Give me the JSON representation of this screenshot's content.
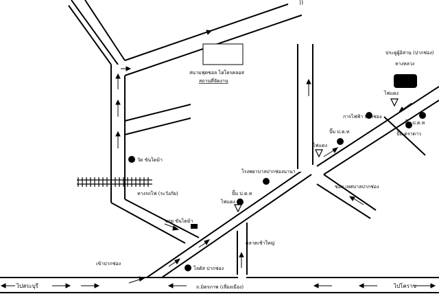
{
  "map": {
    "top_glyph": "))",
    "venue": {
      "name": "สนามฟุตซอล ไฮโดรคลอส",
      "note": "สถานที่จัดงาน"
    },
    "temple": "วัด ขันไดม้า",
    "railway": "ทางรถไฟ (ระวังภัย)",
    "soi_khandaima": "ซอย ขันไดม้า",
    "traffic_light_left": "ไฟแดง",
    "traffic_light_mid": "ไฟแดง",
    "traffic_light_right": "ไฟแดง",
    "pump_ptt_mid": "ปั๊ม ป.ต.ท",
    "school": "โรงพยาบาลปากช่องนานา",
    "pump_ptt_left": "ปั๊ม ป.ต.ท",
    "electricity_office": "การไฟฟ้า ปากช่อง",
    "pump_ptt_right": "ปั๊ม ป.ต.ท",
    "pump_rattanawan": "ปั๊ม ตราดาว",
    "municipal_gate": "ประตูผู้อิสาน (ปากช่อง)",
    "municipal_sub": "ทางหลวง",
    "soi_right": "ซอย เทศบาลปากช่อง",
    "market": "ตลาดเช้าใหญ่",
    "entrance": "เข้าปากช่อง",
    "lotus": "โลตัส ปากช่อง",
    "highway": "ถ.มิตรภาพ (เลี่ยงเมือง)",
    "to_saraburi": "ไปสระบุรี",
    "to_korat": "ไปโคราช"
  }
}
